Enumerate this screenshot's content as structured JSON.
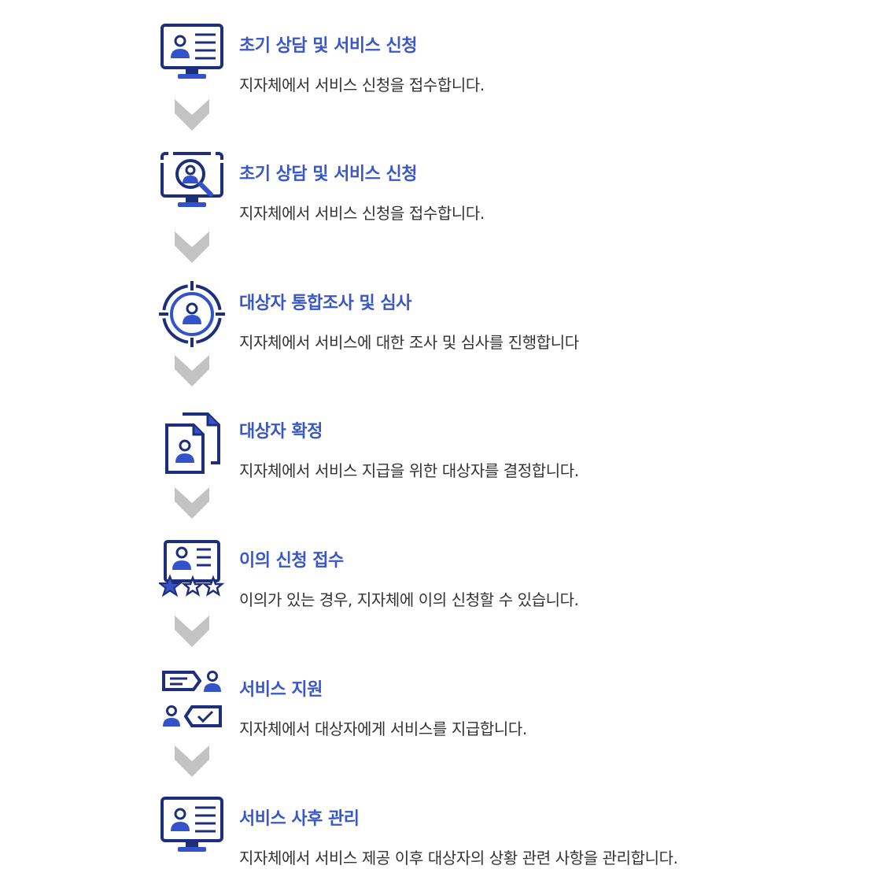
{
  "colors": {
    "accent": "#3a57c9",
    "icon_dark": "#1d2f7a",
    "icon_blue": "#3553c9",
    "arrow": "#c3c3c3",
    "text": "#333333"
  },
  "steps": [
    {
      "icon": "monitor-profile-icon",
      "title": "초기 상담 및 서비스 신청",
      "description": "지자체에서 서비스 신청을 접수합니다."
    },
    {
      "icon": "monitor-search-user-icon",
      "title": "초기 상담 및 서비스 신청",
      "description": "지자체에서 서비스 신청을 접수합니다."
    },
    {
      "icon": "target-user-icon",
      "title": "대상자 통합조사 및 심사",
      "description": "지자체에서 서비스에 대한 조사 및 심사를 진행합니다"
    },
    {
      "icon": "user-documents-icon",
      "title": "대상자 확정",
      "description": "지자체에서 서비스 지급을 위한 대상자를 결정합니다."
    },
    {
      "icon": "profile-rating-icon",
      "title": "이의 신청 접수",
      "description": "이의가 있는 경우, 지자체에 이의 신청할 수 있습니다."
    },
    {
      "icon": "user-support-chat-icon",
      "title": "서비스 지원",
      "description": "지자체에서 대상자에게 서비스를 지급합니다."
    },
    {
      "icon": "monitor-profile-icon",
      "title": "서비스 사후 관리",
      "description": "지자체에서 서비스 제공 이후 대상자의 상황 관련 사항을 관리합니다."
    }
  ]
}
